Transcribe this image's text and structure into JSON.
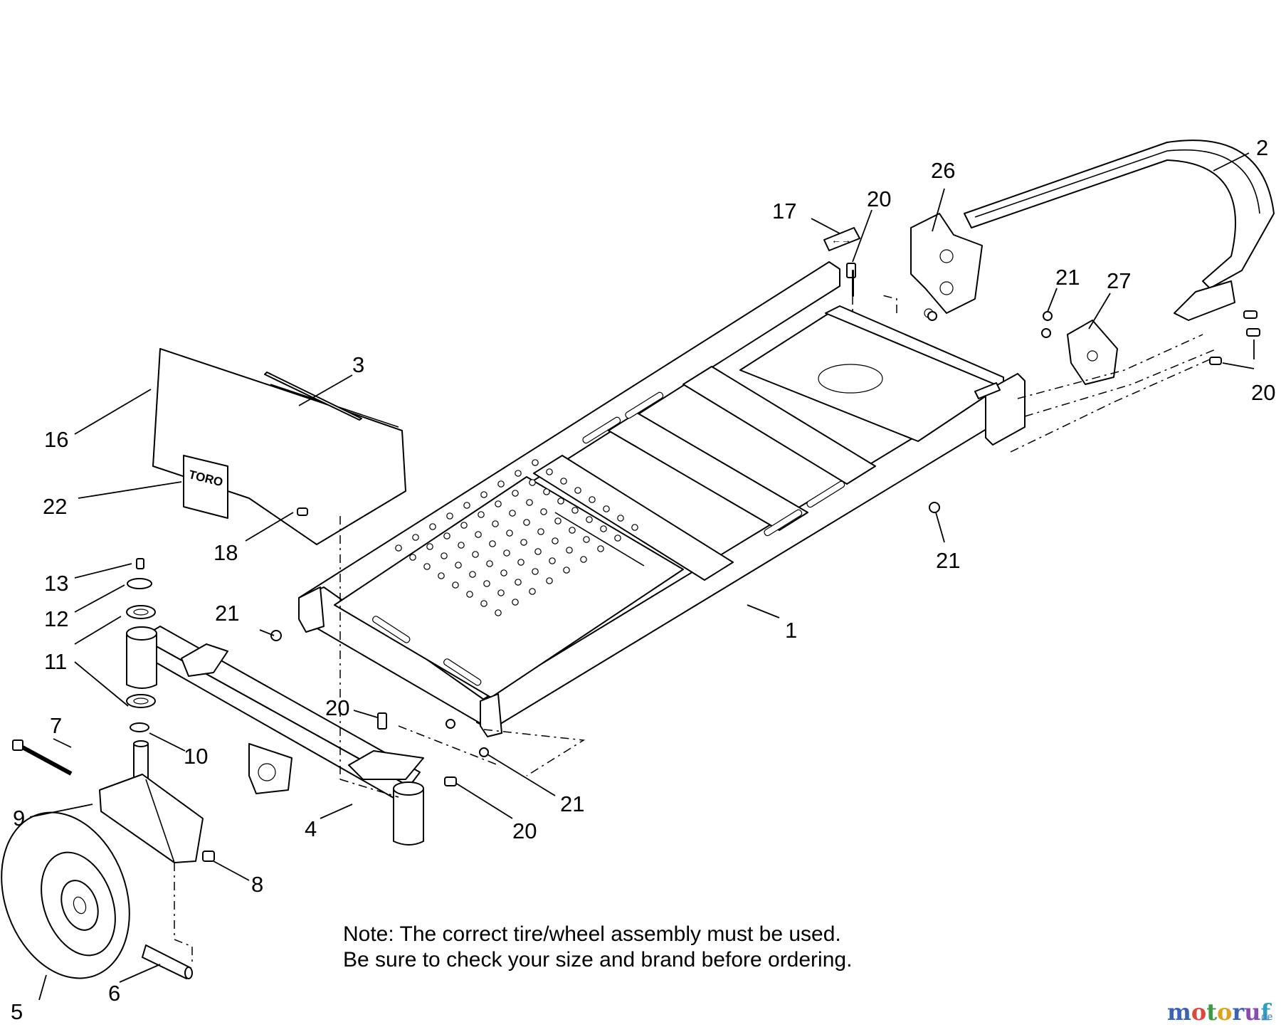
{
  "callouts": {
    "c1": "1",
    "c2": "2",
    "c3": "3",
    "c4": "4",
    "c5": "5",
    "c6": "6",
    "c7": "7",
    "c8": "8",
    "c9": "9",
    "c10": "10",
    "c11": "11",
    "c12": "12",
    "c13": "13",
    "c16": "16",
    "c17": "17",
    "c18": "18",
    "c20a": "20",
    "c20b": "20",
    "c20c": "20",
    "c20d": "20",
    "c21a": "21",
    "c21b": "21",
    "c21c": "21",
    "c21d": "21",
    "c22": "22",
    "c26": "26",
    "c27": "27"
  },
  "note": {
    "line1": "Note: The correct tire/wheel assembly must be used.",
    "line2": "Be sure to check your size and brand before ordering."
  },
  "logo_text": "TORO",
  "decal_text": "←→",
  "watermark": {
    "letters": [
      "m",
      "o",
      "t",
      "o",
      "r",
      "u",
      "f"
    ],
    "colors": [
      "#3a62b5",
      "#d94a3a",
      "#3a9a45",
      "#e0a020",
      "#3a62b5",
      "#8a4bb0",
      "#2f9fbf"
    ],
    "tld": ".de"
  }
}
